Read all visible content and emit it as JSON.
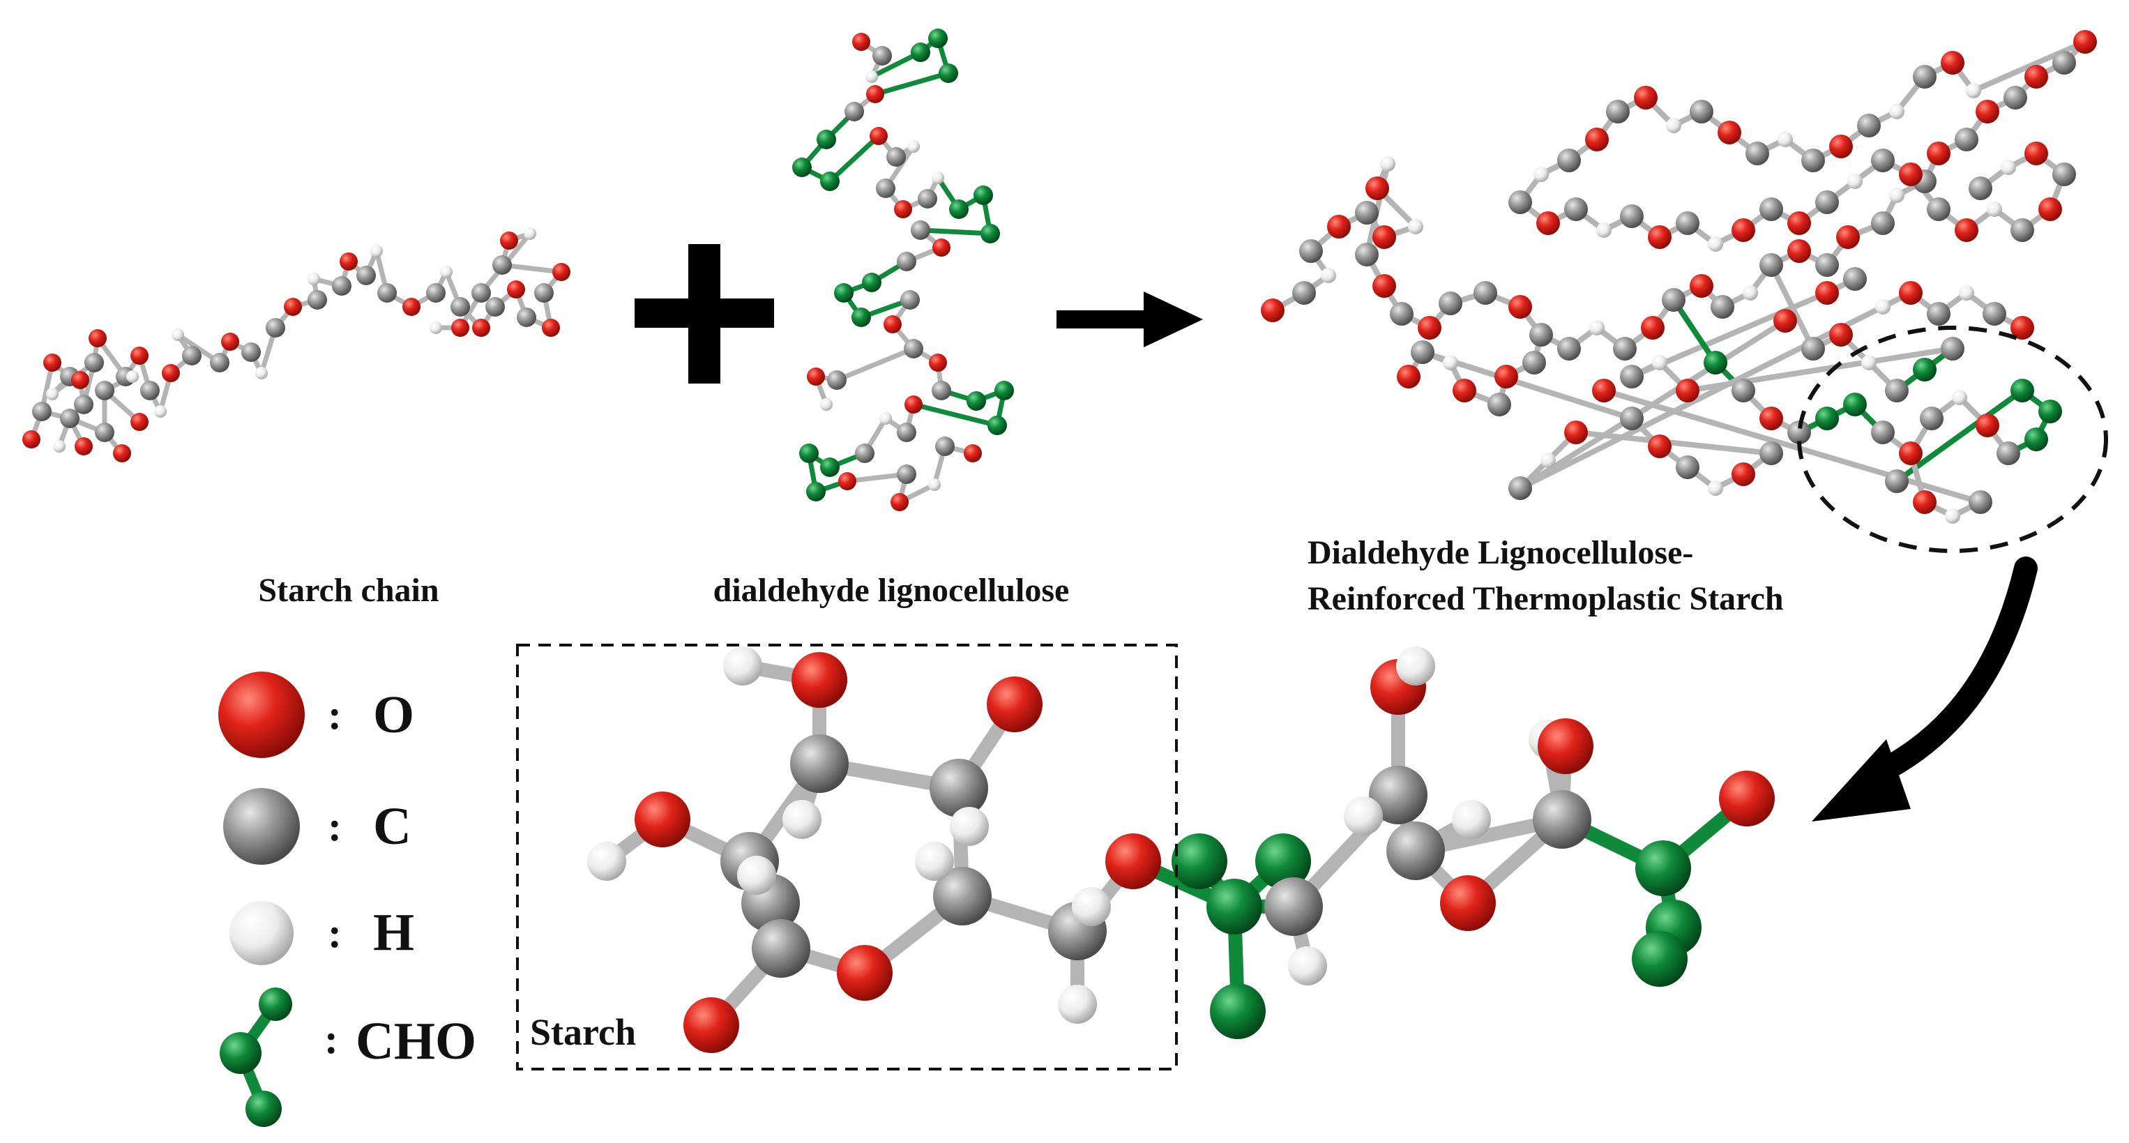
{
  "labels": {
    "starch_chain": "Starch chain",
    "dialdehyde": "dialdehyde lignocellulose",
    "product_line1": "Dialdehyde Lignocellulose-",
    "product_line2": "Reinforced Thermoplastic Starch",
    "starch_box": "Starch"
  },
  "legend": [
    {
      "symbol": "O",
      "element": "oxygen",
      "color": "#e0231b"
    },
    {
      "symbol": "C",
      "element": "carbon",
      "color": "#8a8a8a"
    },
    {
      "symbol": "H",
      "element": "hydrogen",
      "color": "#e8e8e8"
    },
    {
      "symbol": "CHO",
      "element": "aldehyde group",
      "color": "#0f8a3a"
    }
  ],
  "colors": {
    "oxygen": "#e0231b",
    "carbon": "#8a8a8a",
    "hydrogen": "#e8e8e8",
    "aldehyde": "#0f8a3a",
    "bond": "#b0b0b0",
    "arrow": "#000000"
  }
}
